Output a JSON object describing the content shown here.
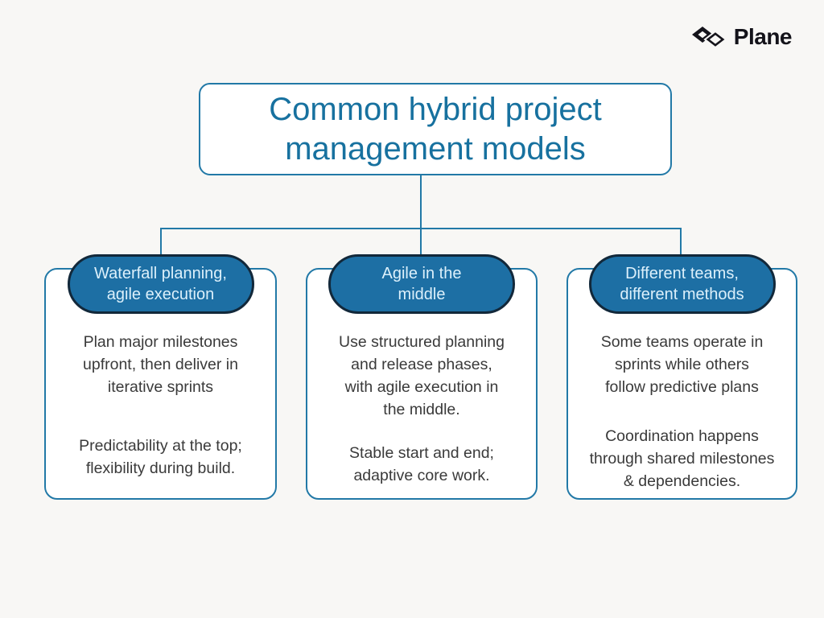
{
  "logo": {
    "brand": "Plane",
    "icon": "plane-logo-icon"
  },
  "title": "Common hybrid project\nmanagement models",
  "colors": {
    "background": "#f8f7f5",
    "accent": "#2279a7",
    "title_text": "#17719f",
    "pill_fill": "#1d6fa4",
    "pill_border": "#12283a",
    "pill_text": "#dcf0fb",
    "body_text": "#3a3a3a",
    "card_bg": "#ffffff",
    "logo_black": "#14131a"
  },
  "cards": [
    {
      "pill": "Waterfall planning,\nagile execution",
      "paragraphs": [
        "Plan major milestones\nupfront, then deliver in\niterative sprints",
        "Predictability at the top;\nflexibility during build."
      ]
    },
    {
      "pill": "Agile in the\nmiddle",
      "paragraphs": [
        "Use structured planning\nand release phases,\nwith agile execution in\nthe middle.",
        "Stable start and end;\nadaptive core work."
      ]
    },
    {
      "pill": "Different teams,\ndifferent methods",
      "paragraphs": [
        "Some teams operate in\nsprints while others\nfollow predictive plans",
        "Coordination happens\nthrough shared milestones\n& dependencies."
      ]
    }
  ]
}
